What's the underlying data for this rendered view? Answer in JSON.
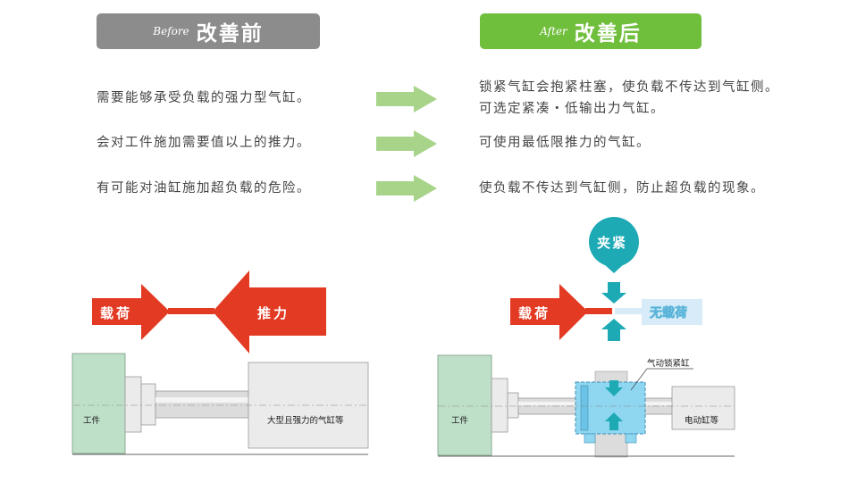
{
  "before": {
    "small": "Before",
    "title": "改善前"
  },
  "after": {
    "small": "After",
    "title": "改善后"
  },
  "rows": [
    {
      "before": "需要能够承受负载的强力型气缸。",
      "after_line1": "锁紧气缸会抱紧柱塞，使负载不传达到气缸侧。",
      "after_line2": "可选定紧凑・低输出力气缸。"
    },
    {
      "before": "会对工件施加需要值以上的推力。",
      "after_line1": "可使用最低限推力的气缸。"
    },
    {
      "before": "有可能对油缸施加超负载的危险。",
      "after_line1": "使负载不传达到气缸侧，防止超负载的现象。"
    }
  ],
  "left_diagram": {
    "load_label": "载荷",
    "thrust_label": "推力",
    "workpiece_label": "工件",
    "cylinder_label": "大型且强力的气缸等"
  },
  "right_diagram": {
    "load_label": "载荷",
    "clamp_label": "夹紧",
    "no_load_label": "无载荷",
    "lock_cylinder_label": "气动锁紧缸",
    "workpiece_label": "工件",
    "cylinder_label": "电动缸等"
  },
  "colors": {
    "before_badge": "#8c8c8c",
    "after_badge": "#6fbe3c",
    "green_arrow": "#a8d48a",
    "red_arrow": "#e33a24",
    "teal": "#1eaab5",
    "workpiece_green": "#bfe0c8",
    "no_load_blue": "#d7ecf8",
    "clamp_blue": "#8fd6f0"
  }
}
